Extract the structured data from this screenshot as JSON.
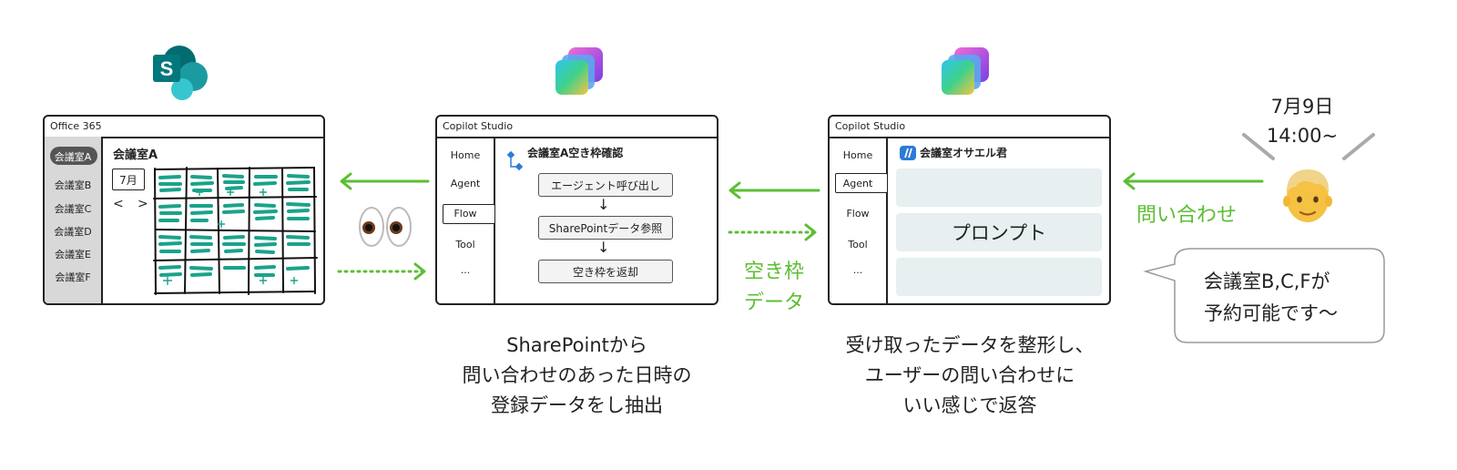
{
  "sharepoint": {
    "window_title": "Office 365",
    "rooms": [
      "会議室A",
      "会議室B",
      "会議室C",
      "会議室D",
      "会議室E",
      "会議室F"
    ],
    "heading": "会議室A",
    "month": "7月",
    "prev": "<",
    "next": ">"
  },
  "copilot_flow": {
    "window_title": "Copilot Studio",
    "nav": [
      "Home",
      "Agent",
      "Flow",
      "Tool",
      "..."
    ],
    "selected_nav": "Flow",
    "flow_title": "会議室A空き枠確認",
    "steps": [
      "エージェント呼び出し",
      "SharePointデータ参照",
      "空き枠を返却"
    ]
  },
  "copilot_agent": {
    "window_title": "Copilot Studio",
    "nav": [
      "Home",
      "Agent",
      "Flow",
      "Tool",
      "..."
    ],
    "selected_nav": "Agent",
    "agent_name": "会議室オサエル君",
    "prompt_label": "プロンプト"
  },
  "labels": {
    "empty_slot_data_line1": "空き枠",
    "empty_slot_data_line2": "データ",
    "inquiry": "問い合わせ",
    "date": "7月9日",
    "time": "14:00~"
  },
  "speech": {
    "line1": "会議室B,C,Fが",
    "line2": "予約可能です〜"
  },
  "captions": {
    "flow": [
      "SharePointから",
      "問い合わせのあった日時の",
      "登録データをし抽出"
    ],
    "agent": [
      "受け取ったデータを整形し、",
      "ユーザーの問い合わせに",
      "いい感じで返答"
    ]
  },
  "colors": {
    "accent_green": "#5cbe33",
    "calendar_mark": "#1aa38a",
    "panel": "#e7eff1"
  },
  "icons": [
    "sharepoint-logo",
    "copilot-logo",
    "eyes-emoji",
    "person-emoji",
    "flow-icon",
    "agent-icon"
  ]
}
